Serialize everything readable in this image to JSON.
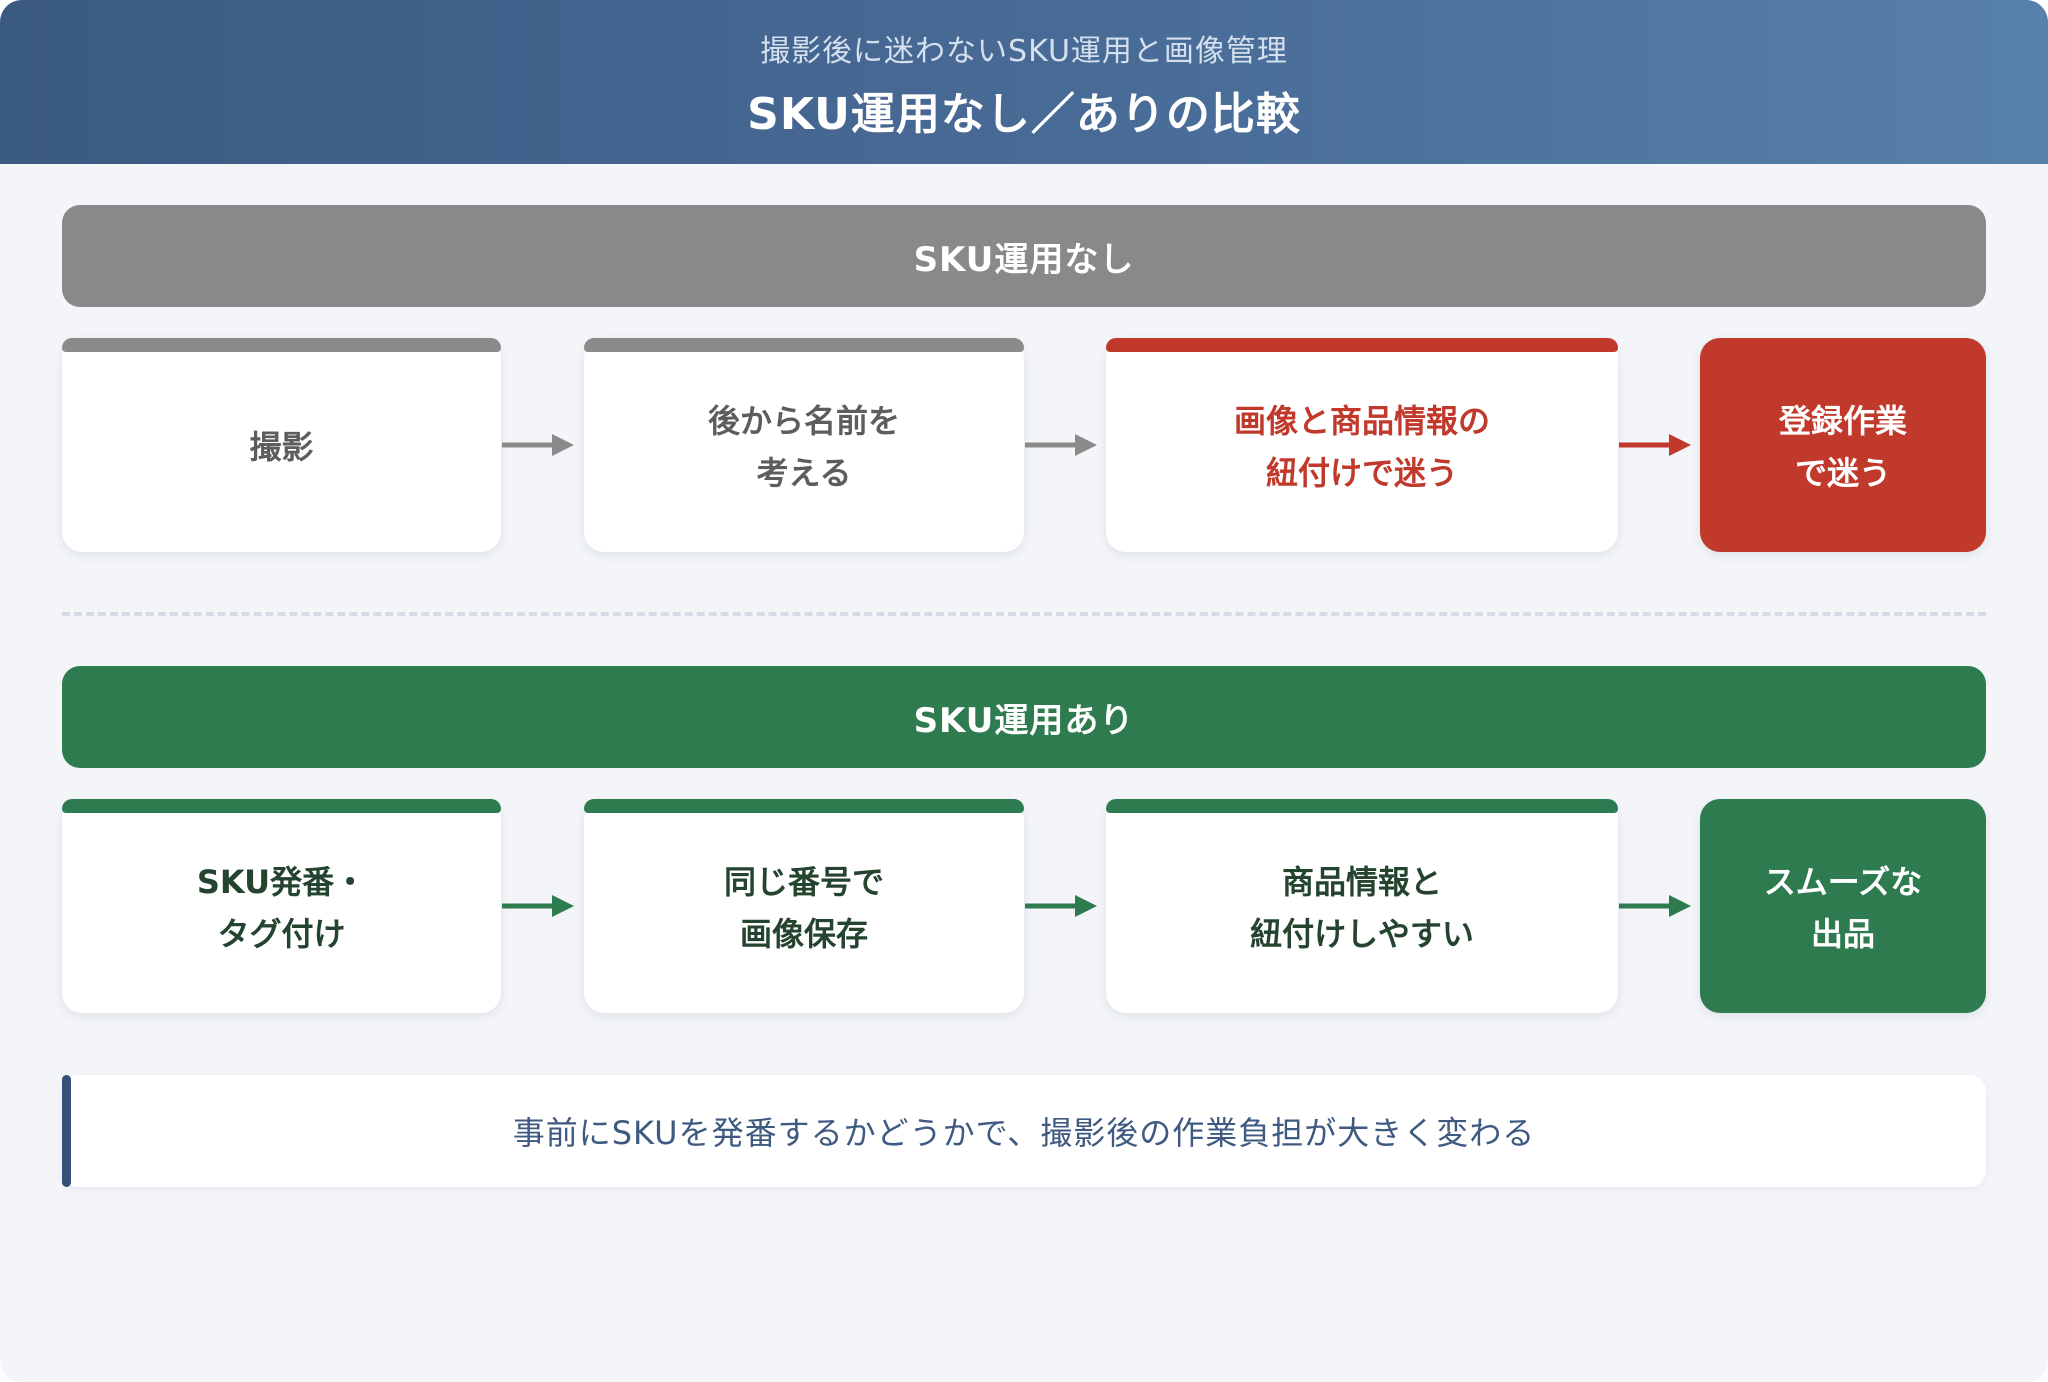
{
  "header": {
    "subtitle": "撮影後に迷わないSKU運用と画像管理",
    "title": "SKU運用なし／ありの比較"
  },
  "without_sku": {
    "label": "SKU運用なし",
    "steps": [
      "撮影",
      "後から名前を\n考える",
      "画像と商品情報の\n紐付けで迷う"
    ],
    "result": "登録作業\nで迷う"
  },
  "with_sku": {
    "label": "SKU運用あり",
    "steps": [
      "SKU発番・\nタグ付け",
      "同じ番号で\n画像保存",
      "商品情報と\n紐付けしやすい"
    ],
    "result": "スムーズな\n出品"
  },
  "note": "事前にSKUを発番するかどうかで、撮影後の作業負担が大きく変わる",
  "colors": {
    "header_start": "#3b5a82",
    "gray": "#898989",
    "red": "#c0392b",
    "green": "#2d7b4f",
    "note_accent": "#34507a"
  },
  "icons": [
    "arrow-right-icon"
  ]
}
